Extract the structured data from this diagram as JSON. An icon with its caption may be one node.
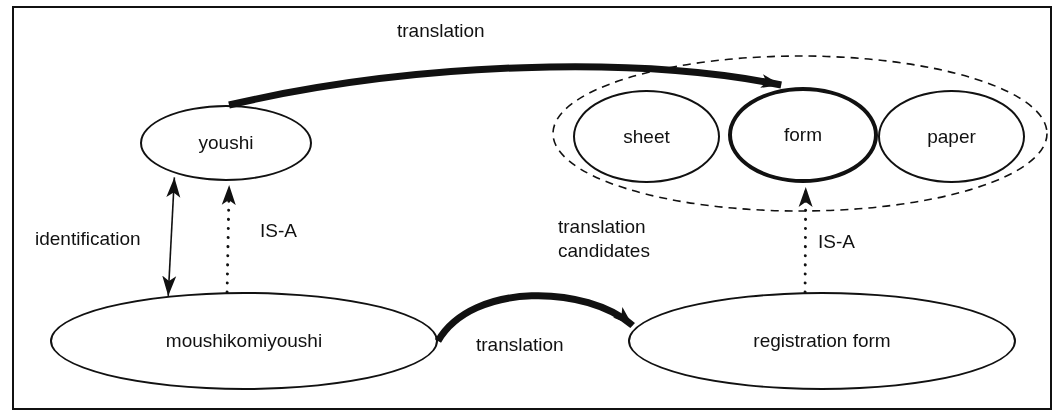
{
  "diagram": {
    "nodes": [
      {
        "text": [
          "youshi"
        ]
      },
      {
        "text": [
          "translation candidates"
        ]
      },
      {
        "text": [
          "sheet"
        ],
        "in": 1
      },
      {
        "text": [
          "form"
        ],
        "in": 1
      },
      {
        "text": [
          "paper"
        ],
        "in": 1
      },
      {
        "text": [
          "moushikomiyoushi"
        ]
      },
      {
        "text": [
          "registration form"
        ]
      }
    ],
    "edges": [
      {
        "from": 0,
        "to": 3,
        "arrow": "to",
        "label": "translation",
        "style": "thick"
      },
      {
        "from": 5,
        "to": 0,
        "arrow": "to",
        "label": "IS-A",
        "style": "dashed"
      },
      {
        "from": 5,
        "to": 0,
        "arrow": "both",
        "label": "identification"
      },
      {
        "from": 5,
        "to": 6,
        "arrow": "to",
        "label": "translation",
        "style": "thick"
      },
      {
        "from": 6,
        "to": 3,
        "arrow": "to",
        "label": "IS-A",
        "style": "dashed"
      }
    ]
  }
}
